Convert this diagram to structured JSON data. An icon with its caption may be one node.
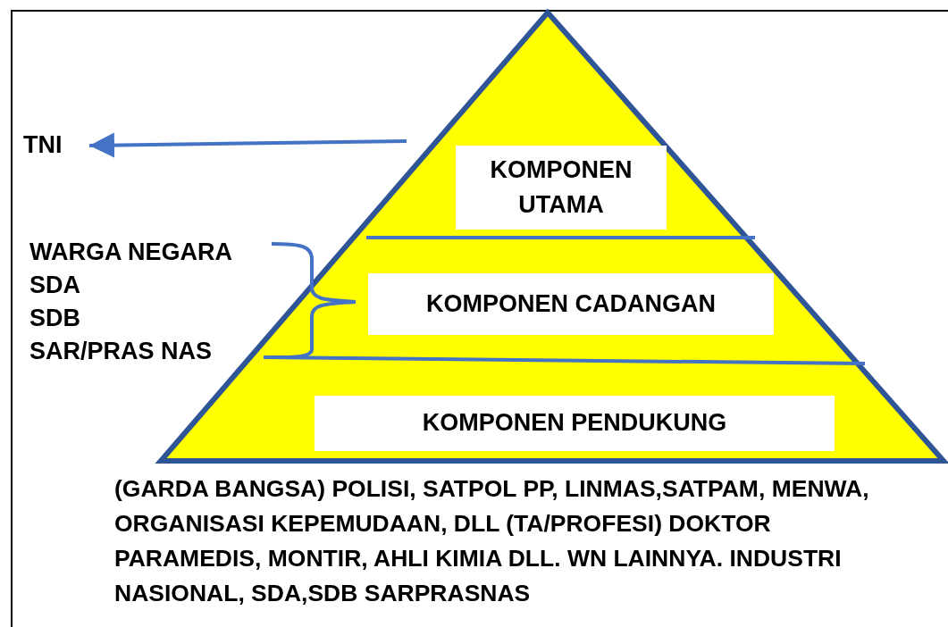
{
  "diagram": {
    "nodes": [
      {
        "text": [],
        "shape": "triangle"
      },
      {
        "text": [
          "KOMPONEN UTAMA"
        ],
        "in": 0
      },
      {
        "text": [
          "KOMPONEN CADANGAN"
        ],
        "in": 0
      },
      {
        "text": [
          "KOMPONEN PENDUKUNG"
        ],
        "in": 0
      },
      {
        "text": [
          "TNI"
        ]
      }
    ],
    "edges": [
      {
        "from": null,
        "to": 4,
        "arrow": "to"
      }
    ],
    "labels": [
      "WARGA NEGARA",
      "SDA",
      "SDB",
      "SAR/PRAS NAS",
      "(GARDA BANGSA) POLISI, SATPOL PP, LINMAS,SATPAM, MENWA, ORGANISASI KEPEMUDAAN, DLL (TA/PROFESI) DOKTOR PARAMEDIS, MONTIR, AHLI KIMIA DLL. WN LAINNYA. INDUSTRI NASIONAL, SDA,SDB SARPRASNAS"
    ]
  }
}
